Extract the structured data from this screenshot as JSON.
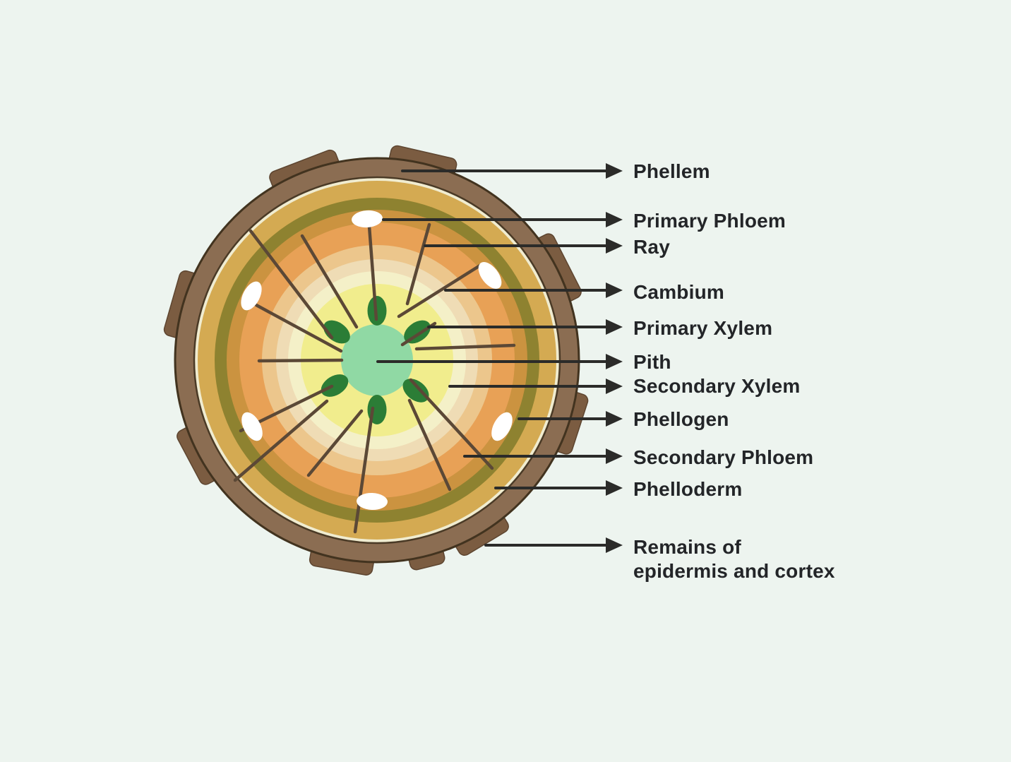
{
  "diagram": {
    "subject": "Cross section of a woody stem showing secondary growth",
    "labels": [
      {
        "id": "phellem",
        "text": "Phellem"
      },
      {
        "id": "primary-phloem",
        "text": "Primary Phloem"
      },
      {
        "id": "ray",
        "text": "Ray"
      },
      {
        "id": "cambium",
        "text": "Cambium"
      },
      {
        "id": "primary-xylem",
        "text": "Primary Xylem"
      },
      {
        "id": "pith",
        "text": "Pith"
      },
      {
        "id": "secondary-xylem",
        "text": "Secondary Xylem"
      },
      {
        "id": "phellogen",
        "text": "Phellogen"
      },
      {
        "id": "secondary-phloem",
        "text": "Secondary Phloem"
      },
      {
        "id": "phelloderm",
        "text": "Phelloderm"
      },
      {
        "id": "remains",
        "text": "Remains of\nepidermis and cortex"
      }
    ],
    "colors": {
      "background": "#EDF4EF",
      "outline_dark_brown": "#42331F",
      "bark_phellem_brown": "#8B6D52",
      "cortex_chunk_brown": "#7B5C41",
      "cream_line": "#F0ECD0",
      "phelloderm_gold": "#D4AA52",
      "phellogen_olive": "#8E8230",
      "tan_ring": "#CB9340",
      "secondary_phloem_orange": "#E8A156",
      "peach_band": "#ECC68C",
      "sand_band": "#EFDCB5",
      "pale_yellow_band": "#F4F0C8",
      "secondary_xylem_yellow": "#F1ED8D",
      "pith_green": "#90D9A4",
      "primary_xylem_green": "#2B7D36",
      "primary_phloem_white": "#FFFFFF",
      "ray_line_brown": "#5B4836",
      "pointer_black": "#2B2B29",
      "label_text": "#232528"
    }
  }
}
